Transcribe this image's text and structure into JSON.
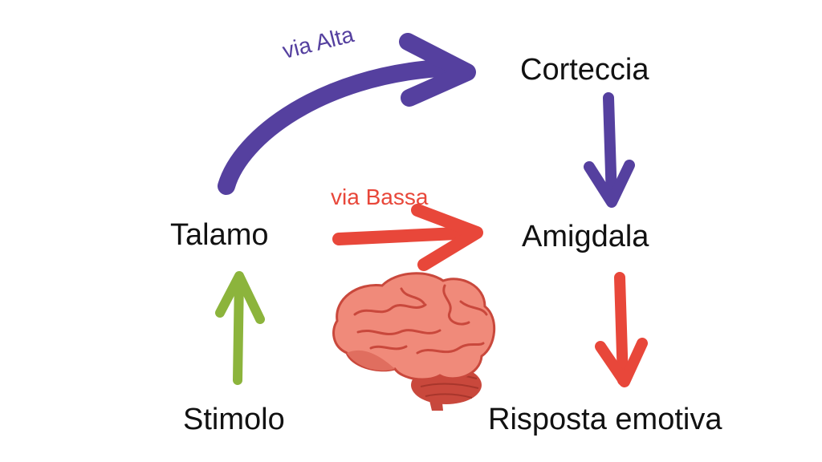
{
  "colors": {
    "high_path": "#55409f",
    "low_path": "#e8473a",
    "stimulus_arrow": "#8cb43c",
    "text": "#111111",
    "brain_main": "#f08a7a",
    "brain_dark": "#c9483c",
    "brain_stem": "#c7483d"
  },
  "paths": {
    "high_label": "via Alta",
    "low_label": "via Bassa"
  },
  "nodes": {
    "corteccia": "Corteccia",
    "talamo": "Talamo",
    "amigdala": "Amigdala",
    "stimolo": "Stimolo",
    "risposta": "Risposta emotiva"
  },
  "illustration": "brain-icon"
}
